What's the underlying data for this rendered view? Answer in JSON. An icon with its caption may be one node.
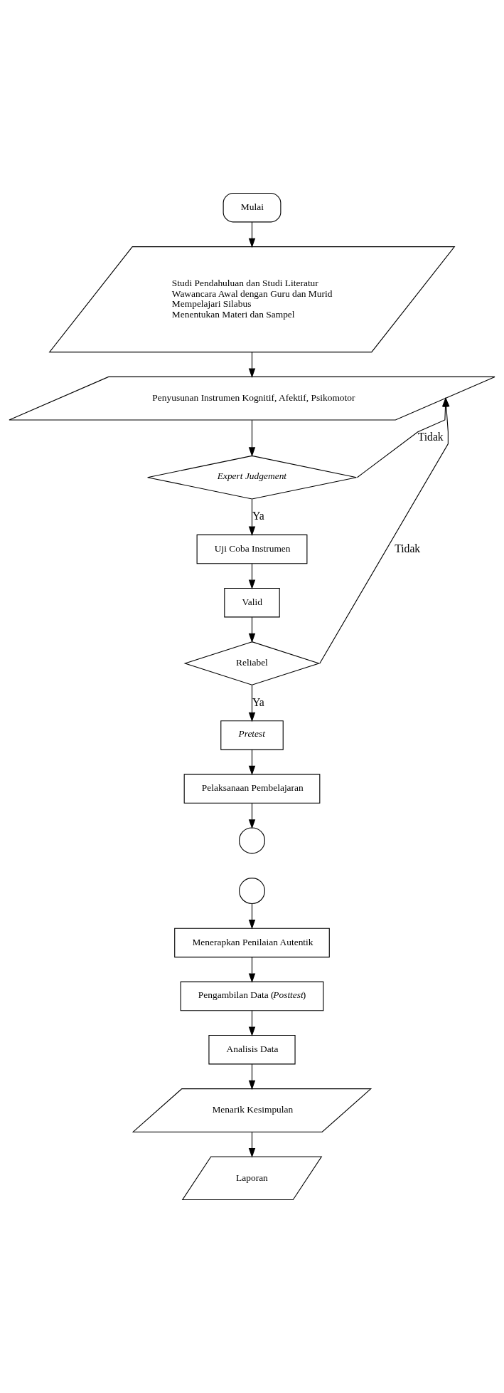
{
  "diagram": {
    "nodes": [
      {
        "text": [
          "Mulai"
        ]
      },
      {
        "text": [
          "Studi Pendahuluan dan Studi Literatur",
          "Wawancara Awal dengan Guru dan Murid",
          "Mempelajari Silabus",
          "Menentukan Materi dan Sampel"
        ]
      },
      {
        "text": [
          "Penyusunan Instrumen Kognitif, Afektif, Psikomotor"
        ]
      },
      {
        "text": [
          "Expert Judgement"
        ]
      },
      {
        "text": [
          "Uji Coba Instrumen"
        ]
      },
      {
        "text": [
          "Valid"
        ]
      },
      {
        "text": [
          "Reliabel"
        ]
      },
      {
        "text": [
          "Pretest"
        ]
      },
      {
        "text": [
          "Pelaksanaan Pembelajaran"
        ]
      },
      {
        "text": [],
        "shape": "circle"
      },
      {
        "text": [],
        "shape": "circle"
      },
      {
        "text": [
          "Menerapkan Penilaian Autentik"
        ]
      },
      {
        "text": [
          "Pengambilan Data (*Posttest*)"
        ]
      },
      {
        "text": [
          "Analisis Data"
        ]
      },
      {
        "text": [
          "Menarik Kesimpulan"
        ]
      },
      {
        "text": [
          "Laporan"
        ]
      }
    ],
    "edges": [
      {
        "from": 0,
        "to": 1,
        "arrow": "to"
      },
      {
        "from": 1,
        "to": 2,
        "arrow": "to"
      },
      {
        "from": 2,
        "to": 3,
        "arrow": "to"
      },
      {
        "from": 3,
        "to": 4,
        "arrow": "to",
        "label": "Ya"
      },
      {
        "from": 3,
        "to": 2,
        "arrow": "to",
        "label": "Tidak"
      },
      {
        "from": 4,
        "to": 5,
        "arrow": "to"
      },
      {
        "from": 5,
        "to": 6,
        "arrow": "to"
      },
      {
        "from": 6,
        "to": 7,
        "arrow": "to",
        "label": "Ya"
      },
      {
        "from": 6,
        "to": 2,
        "arrow": "to",
        "label": "Tidak"
      },
      {
        "from": 7,
        "to": 8,
        "arrow": "to"
      },
      {
        "from": 8,
        "to": 9,
        "arrow": "to"
      },
      {
        "from": 10,
        "to": 11,
        "arrow": "to"
      },
      {
        "from": 11,
        "to": 12,
        "arrow": "to"
      },
      {
        "from": 12,
        "to": 13,
        "arrow": "to"
      },
      {
        "from": 13,
        "to": 14,
        "arrow": "to"
      },
      {
        "from": 14,
        "to": 15,
        "arrow": "to"
      }
    ]
  }
}
